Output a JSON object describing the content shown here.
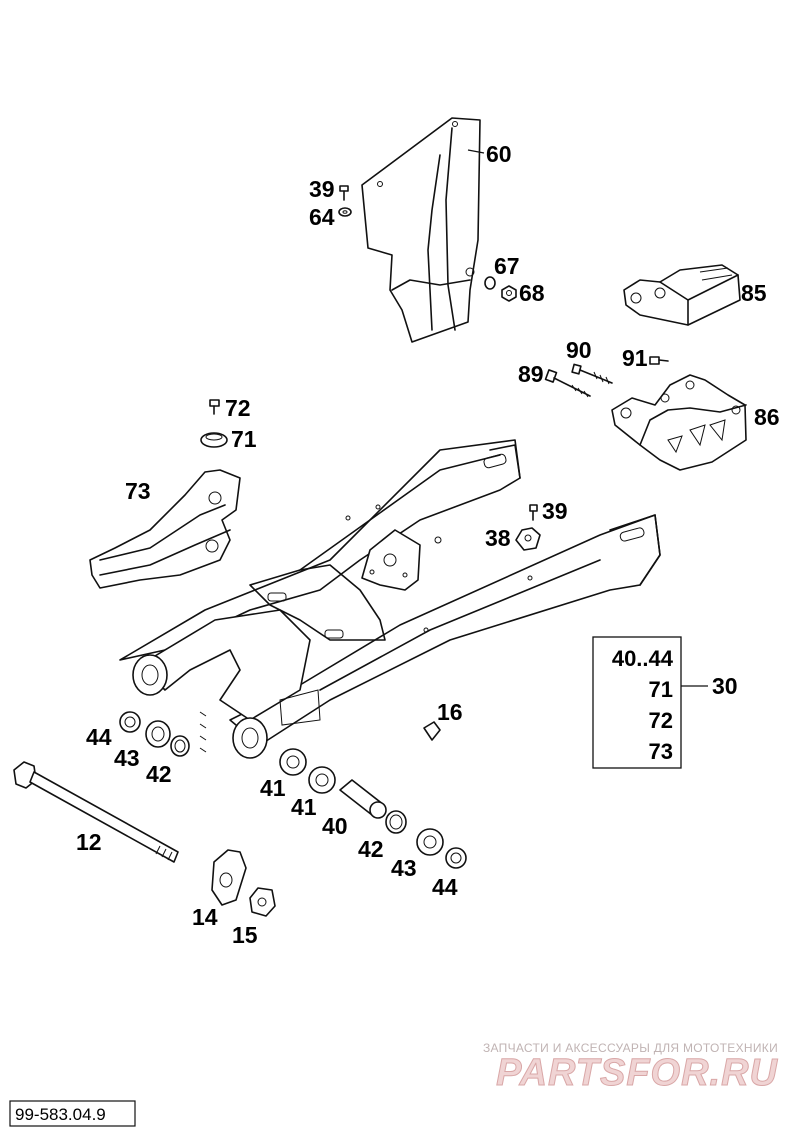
{
  "callouts": {
    "c60": "60",
    "c39a": "39",
    "c64": "64",
    "c67": "67",
    "c68": "68",
    "c85": "85",
    "c90": "90",
    "c91": "91",
    "c89": "89",
    "c86": "86",
    "c72": "72",
    "c71": "71",
    "c73": "73",
    "c39b": "39",
    "c38": "38",
    "c16": "16",
    "c44a": "44",
    "c43a": "43",
    "c42a": "42",
    "c12": "12",
    "c41a": "41",
    "c41b": "41",
    "c40": "40",
    "c42b": "42",
    "c43b": "43",
    "c44b": "44",
    "c14": "14",
    "c15": "15",
    "c30": "30"
  },
  "kit_box": {
    "items": [
      "40..44",
      "71",
      "72",
      "73"
    ],
    "assembly_number": "30"
  },
  "watermark": {
    "tagline": "ЗАПЧАСТИ И АКСЕССУАРЫ ДЛЯ МОТОТЕХНИКИ",
    "brand": "PARTSFOR.RU"
  },
  "drawing_code": "99-583.04.9"
}
